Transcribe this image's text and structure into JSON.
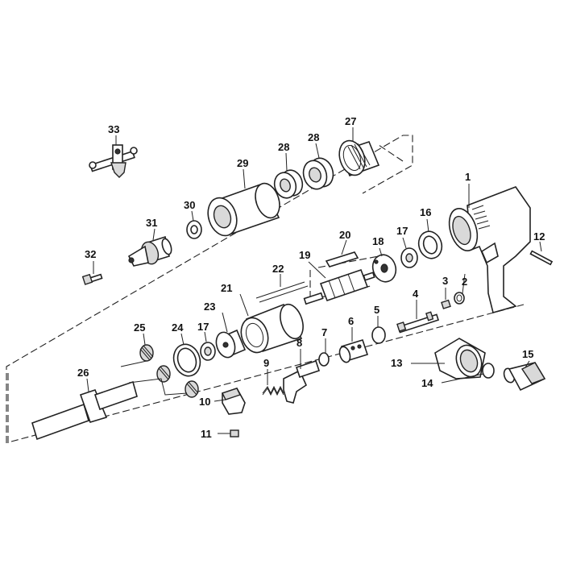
{
  "callouts": [
    {
      "id": "1",
      "label": "1"
    },
    {
      "id": "2",
      "label": "2"
    },
    {
      "id": "3",
      "label": "3"
    },
    {
      "id": "4",
      "label": "4"
    },
    {
      "id": "5",
      "label": "5"
    },
    {
      "id": "6",
      "label": "6"
    },
    {
      "id": "7",
      "label": "7"
    },
    {
      "id": "8",
      "label": "8"
    },
    {
      "id": "9",
      "label": "9"
    },
    {
      "id": "10",
      "label": "10"
    },
    {
      "id": "11",
      "label": "11"
    },
    {
      "id": "12",
      "label": "12"
    },
    {
      "id": "13",
      "label": "13"
    },
    {
      "id": "14",
      "label": "14"
    },
    {
      "id": "15",
      "label": "15"
    },
    {
      "id": "16",
      "label": "16"
    },
    {
      "id": "17a",
      "label": "17"
    },
    {
      "id": "17b",
      "label": "17"
    },
    {
      "id": "18",
      "label": "18"
    },
    {
      "id": "19",
      "label": "19"
    },
    {
      "id": "20",
      "label": "20"
    },
    {
      "id": "21",
      "label": "21"
    },
    {
      "id": "22",
      "label": "22"
    },
    {
      "id": "23",
      "label": "23"
    },
    {
      "id": "24",
      "label": "24"
    },
    {
      "id": "25",
      "label": "25"
    },
    {
      "id": "26",
      "label": "26"
    },
    {
      "id": "27",
      "label": "27"
    },
    {
      "id": "28a",
      "label": "28"
    },
    {
      "id": "28b",
      "label": "28"
    },
    {
      "id": "29",
      "label": "29"
    },
    {
      "id": "30",
      "label": "30"
    },
    {
      "id": "31",
      "label": "31"
    },
    {
      "id": "32",
      "label": "32"
    },
    {
      "id": "33",
      "label": "33"
    }
  ]
}
